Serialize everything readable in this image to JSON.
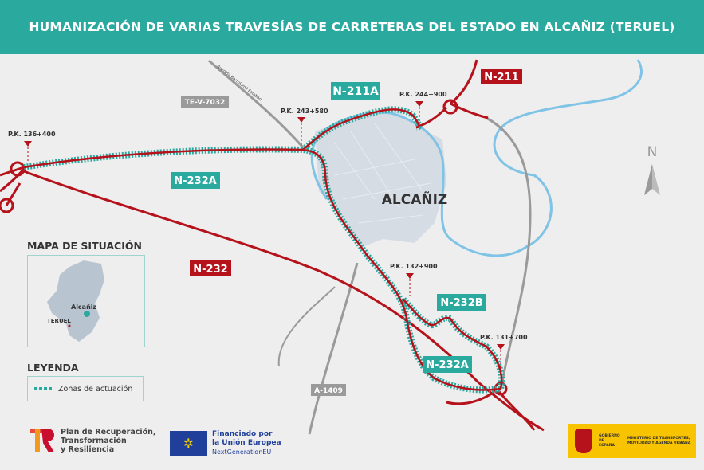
{
  "title": "HUMANIZACIÓN DE VARIAS TRAVESÍAS DE CARRETERAS DEL ESTADO EN ALCAÑIZ (TERUEL)",
  "map": {
    "town_label": "ALCAÑIZ",
    "north_label": "N",
    "roads": {
      "n211a": "N-211A",
      "n211": "N-211",
      "n232a_top": "N-232A",
      "n232": "N-232",
      "n232b": "N-232B",
      "n232a_bottom": "N-232A",
      "tev7032": "TE-V-7032",
      "a1409": "A-1409",
      "avenida": "Avenida Bartolomé Esteban"
    },
    "pk": {
      "pk136": "P.K. 136+400",
      "pk243": "P.K. 243+580",
      "pk244": "P.K. 244+900",
      "pk132": "P.K. 132+900",
      "pk131": "P.K. 131+700"
    },
    "colors": {
      "accent": "#2aa99f",
      "road": "#b5121b",
      "river": "#7fc3e6",
      "secondary": "#9a9a9a"
    }
  },
  "inset": {
    "title": "MAPA DE SITUACIÓN",
    "alcaniz": "Alcañiz",
    "teruel": "TERUEL"
  },
  "legend": {
    "title": "LEYENDA",
    "item": "Zonas de actuación"
  },
  "footer": {
    "prtr": [
      "Plan de Recuperación,",
      "Transformación",
      "y Resiliencia"
    ],
    "eu": [
      "Financiado por",
      "la Unión Europea",
      "NextGenerationEU"
    ],
    "gob_left": "GOBIERNO DE ESPAÑA",
    "gob_right": "MINISTERIO DE TRANSPORTES, MOVILIDAD Y AGENDA URBANA"
  }
}
